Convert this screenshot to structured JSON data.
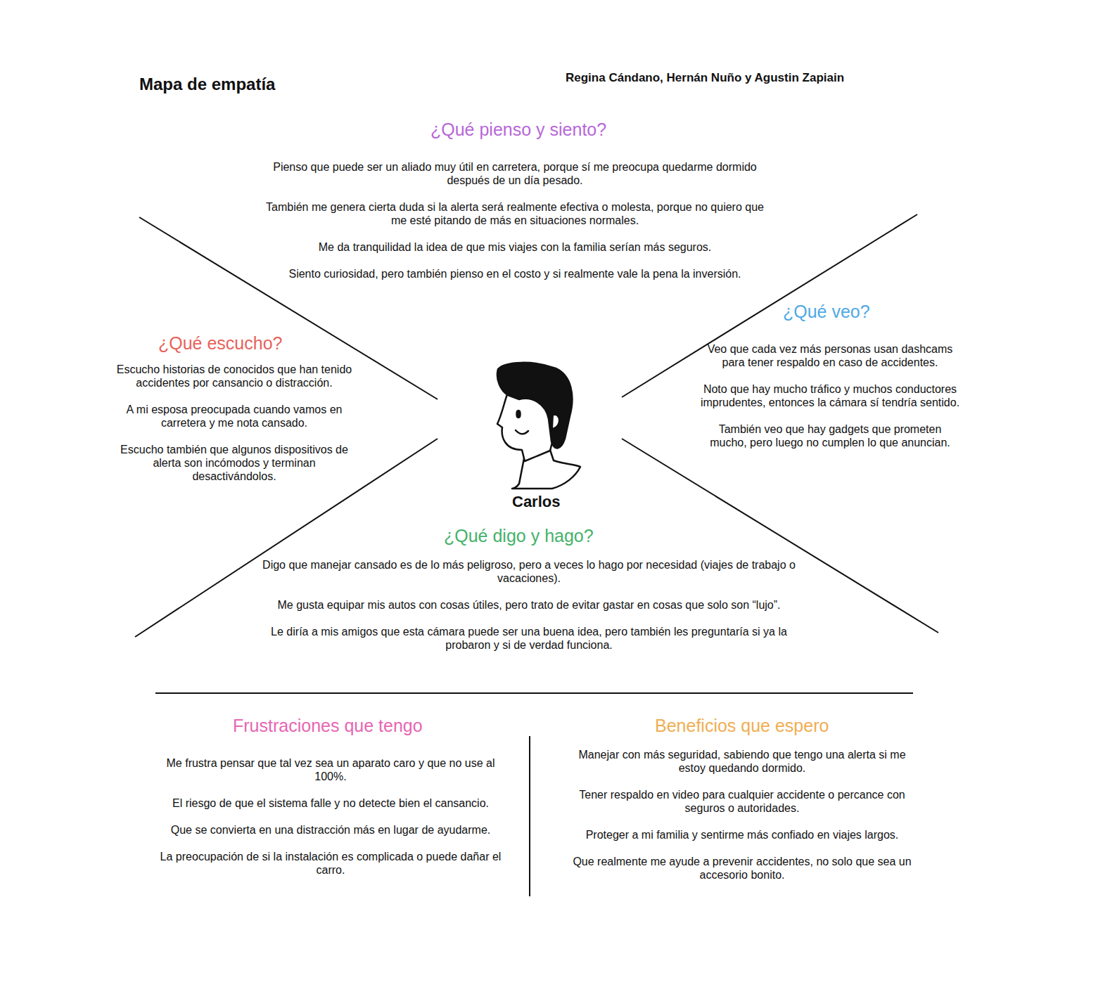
{
  "diagram": {
    "title": "Mapa de empatía",
    "labels": [
      "Regina Cándano, Hernán Nuño y Agustin Zapiain",
      "¿Qué pienso y siento?",
      "Pienso que puede ser un aliado muy útil en carretera, porque sí me preocupa quedarme dormido después de un día pesado.",
      "También me genera cierta duda si la alerta será realmente efectiva o molesta, porque no quiero que me esté pitando de más en situaciones normales.",
      "Me da tranquilidad la idea de que mis viajes con la familia serían más seguros.",
      "Siento curiosidad, pero también pienso en el costo y si realmente vale la pena la inversión.",
      "¿Qué veo?",
      "Veo que cada vez más personas usan dashcams para tener respaldo en caso de accidentes.",
      "Noto que hay mucho tráfico y muchos conductores imprudentes, entonces la cámara sí tendría sentido.",
      "También veo que hay gadgets que prometen mucho, pero luego no cumplen lo que anuncian.",
      "¿Qué escucho?",
      "Escucho historias de conocidos que han tenido accidentes por cansancio o distracción.",
      "A mi esposa preocupada cuando vamos en carretera y me nota cansado.",
      "Escucho también que algunos dispositivos de alerta son incómodos y terminan desactivándolos.",
      "Carlos",
      "¿Qué digo y hago?",
      "Digo que manejar cansado es de lo más peligroso, pero a veces lo hago por necesidad (viajes de trabajo o vacaciones).",
      "Me gusta equipar mis autos con cosas útiles, pero trato de evitar gastar en cosas que solo son “lujo”.",
      "Le diría a mis amigos que esta cámara puede ser una buena idea, pero también les preguntaría si ya la probaron y si de verdad funciona.",
      "Frustraciones que tengo",
      "Me frustra pensar que tal vez sea un aparato caro y que no use al 100%.",
      "El riesgo de que el sistema falle y no detecte bien el cansancio.",
      "Que se convierta en una distracción más en lugar de ayudarme.",
      "La preocupación de si la instalación es complicada o puede dañar el carro.",
      "Beneficios que espero",
      "Manejar con más seguridad, sabiendo que tengo una alerta si me estoy quedando dormido.",
      "Tener respaldo en video para cualquier accidente o percance con seguros o autoridades.",
      "Proteger a mi familia y sentirme más confiado en viajes largos.",
      "Que realmente me ayude a prevenir accidentes, no solo que sea un accesorio bonito."
    ]
  }
}
